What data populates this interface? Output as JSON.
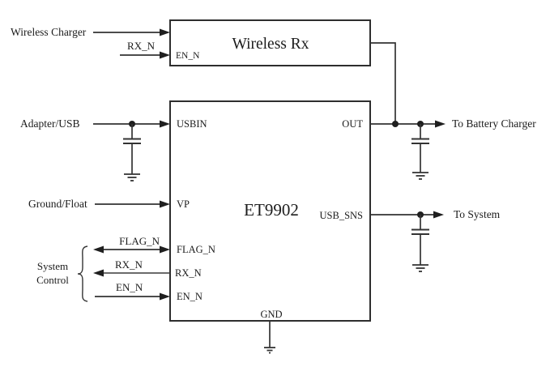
{
  "colors": {
    "background": "#ffffff",
    "line": "#333333",
    "text": "#1c1c1c"
  },
  "blocks": {
    "wireless_rx": {
      "title": "Wireless Rx",
      "pin_en_n": "EN_N"
    },
    "et9902": {
      "title": "ET9902",
      "pin_usbin": "USBIN",
      "pin_vp": "VP",
      "pin_flag_n": "FLAG_N",
      "pin_rx_n": "RX_N",
      "pin_en_n": "EN_N",
      "pin_out": "OUT",
      "pin_usb_sns": "USB_SNS",
      "pin_gnd": "GND"
    }
  },
  "labels": {
    "wireless_charger": "Wireless Charger",
    "adapter_usb": "Adapter/USB",
    "ground_float": "Ground/Float",
    "system_control_line1": "System",
    "system_control_line2": "Control",
    "to_battery_charger": "To Battery Charger",
    "to_system": "To System"
  },
  "wire_labels": {
    "rx_n_top": "RX_N",
    "flag_n": "FLAG_N",
    "rx_n": "RX_N",
    "en_n": "EN_N"
  }
}
